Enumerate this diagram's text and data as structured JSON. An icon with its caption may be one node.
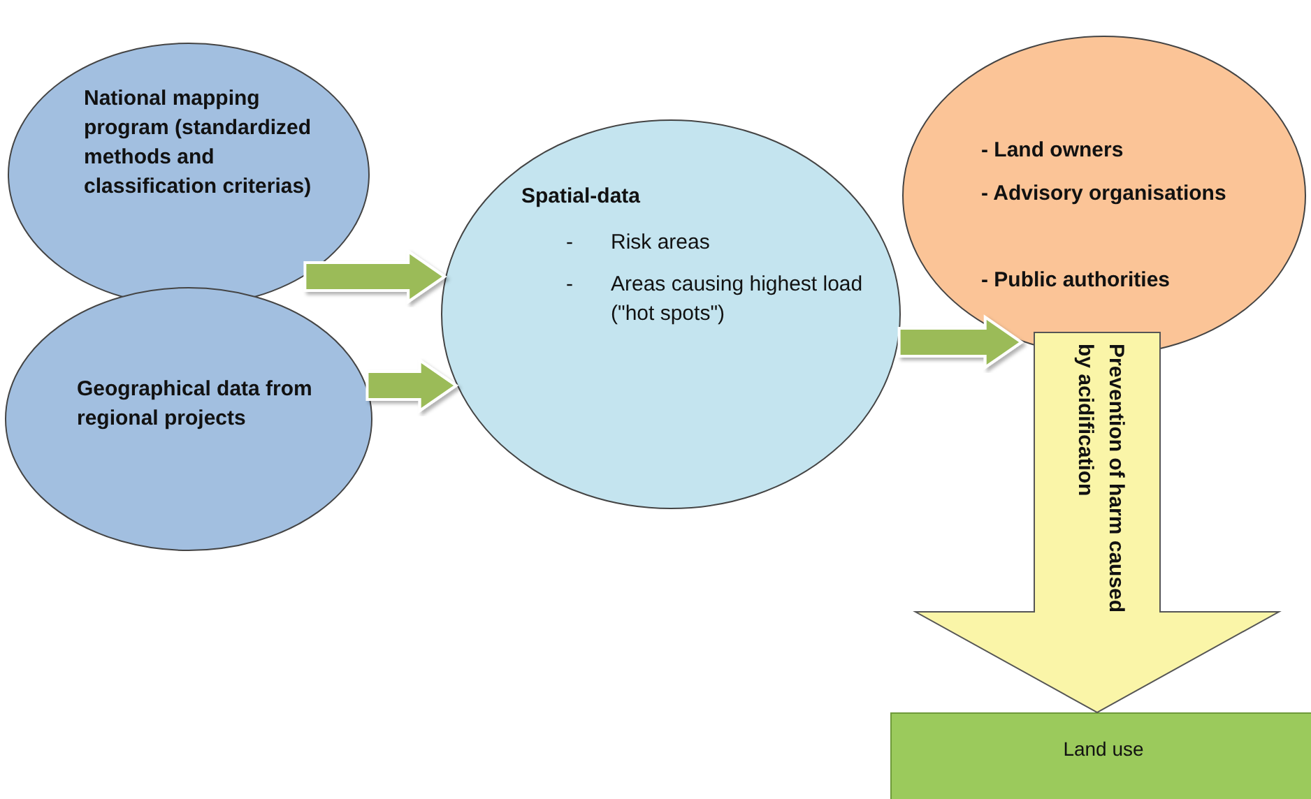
{
  "diagram": {
    "nodes": [
      {
        "text": [
          "National mapping program (standardized methods and classification criterias)"
        ]
      },
      {
        "text": [
          "Geographical data from regional projects"
        ]
      },
      {
        "text": [
          "Spatial-data",
          "- Risk areas",
          "- Areas causing highest load (\"hot spots\")"
        ]
      },
      {
        "text": [
          "- Land owners",
          "- Advisory organisations",
          "- Public authorities"
        ]
      },
      {
        "text": [
          "Land use"
        ]
      }
    ],
    "edges": [
      {
        "from": 0,
        "to": 2,
        "arrow": "to"
      },
      {
        "from": 1,
        "to": 2,
        "arrow": "to"
      },
      {
        "from": 2,
        "to": 3,
        "arrow": "to"
      },
      {
        "from": 3,
        "to": 4,
        "arrow": "to",
        "label": "Prevention of harm caused by acidification",
        "color": "#faf5a8"
      }
    ]
  }
}
